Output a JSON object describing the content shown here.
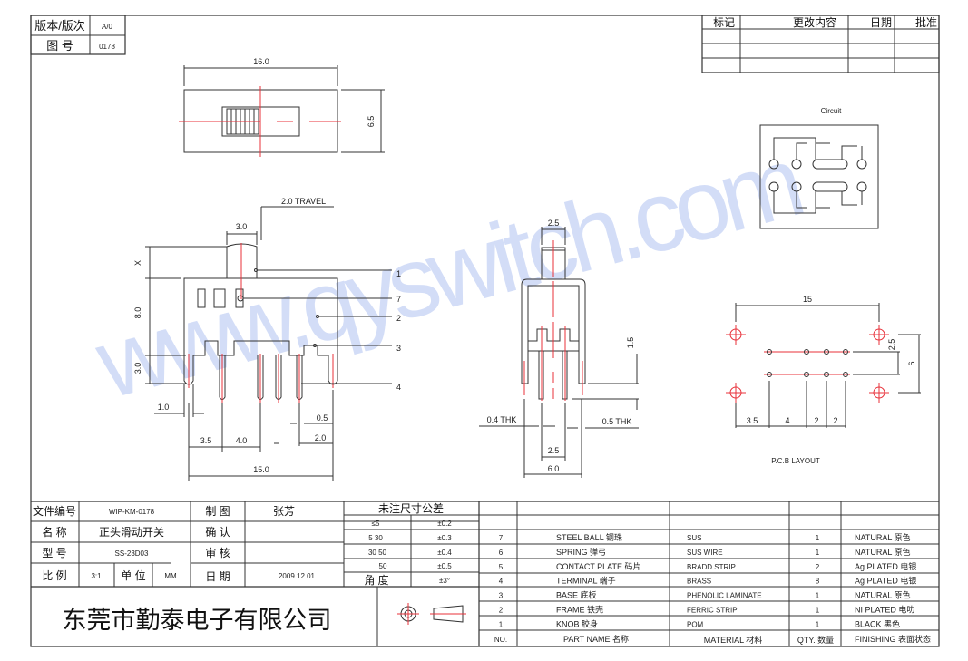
{
  "watermark": "www.qyswitch.com",
  "version_box": {
    "version_label": "版本/版次",
    "version_value": "A/0",
    "drawing_no_label": "图 号",
    "drawing_no_value": "0178"
  },
  "revision_table": {
    "headers": [
      "标记",
      "更改内容",
      "日期",
      "批准"
    ]
  },
  "top_view": {
    "width_dim": "16.0",
    "height_dim": "6.5"
  },
  "front_view": {
    "travel": "2.0 TRAVEL",
    "knob_width": "3.0",
    "x_dim": "X",
    "height_dim": "8.0",
    "pin_dim": "3.0",
    "dims_bottom": [
      "1.0",
      "3.5",
      "4.0",
      "0.5",
      "2.0",
      "15.0"
    ],
    "callouts": [
      "1",
      "7",
      "2",
      "3",
      "4"
    ]
  },
  "side_view": {
    "knob_width": "2.5",
    "offset": "1.5",
    "thk_left": "0.4 THK",
    "thk_right": "0.5 THK",
    "pin_pitch": "2.5",
    "width": "6.0"
  },
  "circuit": {
    "title": "Circuit"
  },
  "pcb": {
    "title": "P.C.B LAYOUT",
    "width": "15",
    "row_gap": "2.5",
    "height": "6",
    "dims": [
      "3.5",
      "4",
      "2",
      "2"
    ]
  },
  "title_block": {
    "file_no_label": "文件编号",
    "file_no": "WIP-KM-0178",
    "name_label": "名 称",
    "name": "正头滑动开关",
    "model_label": "型 号",
    "model": "SS-23D03",
    "scale_label": "比 例",
    "scale": "3:1",
    "unit_label": "单 位",
    "unit": "MM",
    "drawn_label": "制 图",
    "drawn": "张芳",
    "confirm_label": "确 认",
    "review_label": "审 核",
    "date_label": "日 期",
    "date": "2009.12.01",
    "company": "东莞市勤泰电子有限公司"
  },
  "tolerance": {
    "title": "未注尺寸公差",
    "rows": [
      [
        "≤5",
        "±0.2"
      ],
      [
        "5 30",
        "±0.3"
      ],
      [
        "30 50",
        "±0.4"
      ],
      [
        "50",
        "±0.5"
      ],
      [
        "角 度",
        "±3°"
      ]
    ]
  },
  "bom": {
    "headers": [
      "NO.",
      "PART NAME 名称",
      "MATERIAL 材料",
      "QTY. 数量",
      "FINISHING 表面状态"
    ],
    "rows": [
      [
        "7",
        "STEEL BALL 钢珠",
        "SUS",
        "1",
        "NATURAL 原色"
      ],
      [
        "6",
        "SPRING 弹弓",
        "SUS WIRE",
        "1",
        "NATURAL 原色"
      ],
      [
        "5",
        "CONTACT PLATE 码片",
        "BRADD STRIP",
        "2",
        "Ag PLATED 电银"
      ],
      [
        "4",
        "TERMINAL 端子",
        "BRASS",
        "8",
        "Ag PLATED 电银"
      ],
      [
        "3",
        "BASE 底板",
        "PHENOLIC LAMINATE",
        "1",
        "NATURAL 原色"
      ],
      [
        "2",
        "FRAME 铁壳",
        "FERRIC STRIP",
        "1",
        "NI PLATED 电叻"
      ],
      [
        "1",
        "KNOB 胶身",
        "POM",
        "1",
        "BLACK 黑色"
      ]
    ]
  }
}
